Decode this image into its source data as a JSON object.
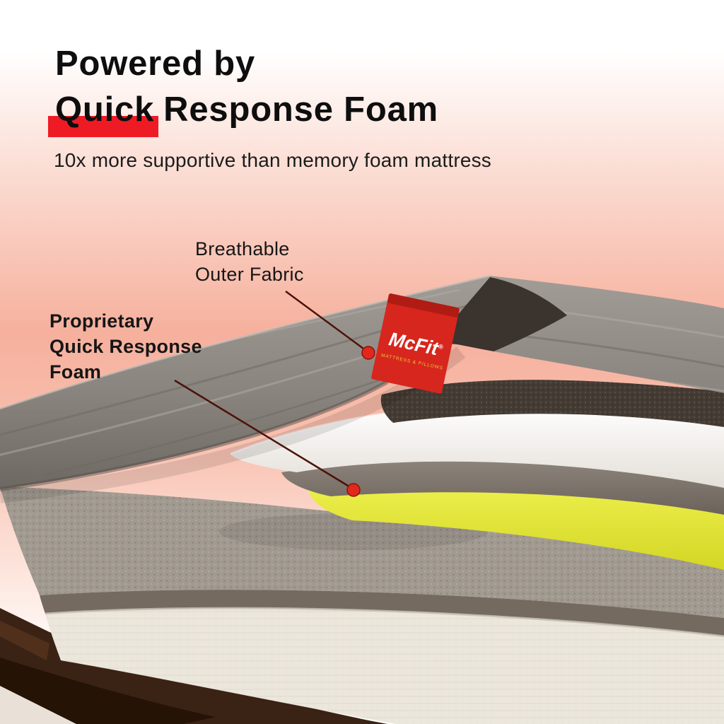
{
  "header": {
    "line1": "Powered by",
    "line2_highlight": "Quick",
    "line2_rest": "Response Foam",
    "subtitle": "10x more supportive than memory foam mattress"
  },
  "callouts": {
    "outer_fabric": {
      "line1": "Breathable",
      "line2": "Outer Fabric"
    },
    "qr_foam": {
      "line1": "Proprietary",
      "line2": "Quick Response",
      "line3": "Foam"
    }
  },
  "brand_tag": {
    "name": "McFit",
    "reg": "®",
    "tagline": "MATTRESS & PILLOWS"
  },
  "colors": {
    "highlight_red": "#EE1B24",
    "tag_red": "#D7261D",
    "callout_dot_red": "#E0281C",
    "callout_line": "#4A120A",
    "foam_yellow": "#E3E63A",
    "cover_gray": "#8A847F",
    "white_foam": "#F7F4EF",
    "base_cream": "#ECE7DD",
    "wood_brown": "#3A2315"
  }
}
